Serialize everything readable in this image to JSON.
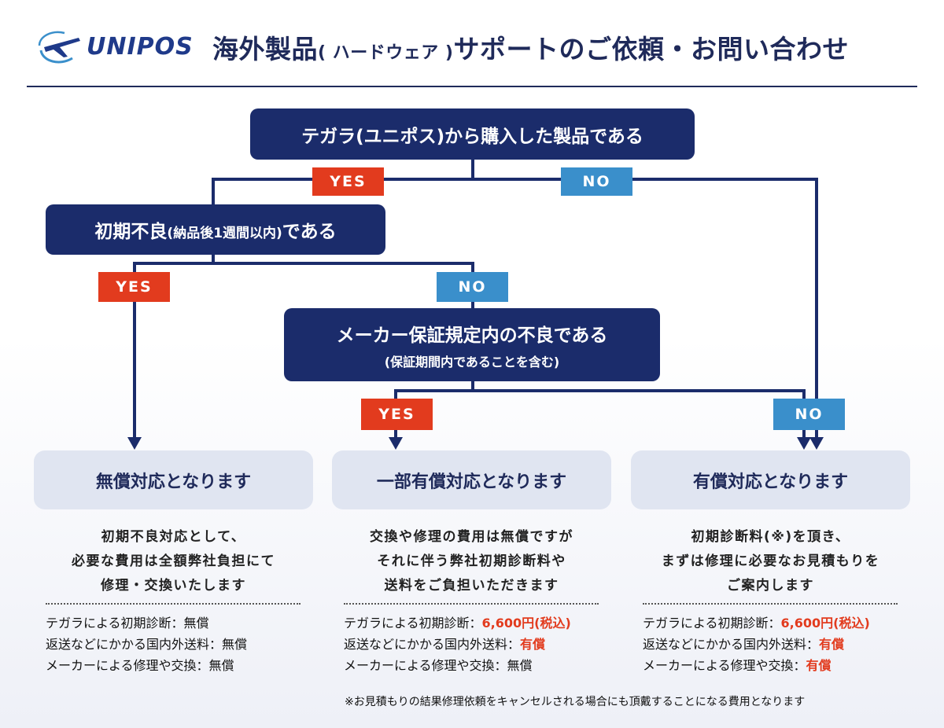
{
  "header": {
    "logo_text": "UNIPOS",
    "title_main": "海外製品",
    "title_paren": "( ハードウェア )",
    "title_rest": "サポートのご依頼・お問い合わせ"
  },
  "nodes": {
    "q1": "テガラ(ユニポス)から購入した製品である",
    "q2_main": "初期不良",
    "q2_paren": "(納品後1週間以内)",
    "q2_rest": "である",
    "q3_main": "メーカー保証規定内の不良である",
    "q3_sub": "(保証期間内であることを含む)"
  },
  "tags": {
    "yes": "YES",
    "no": "NO"
  },
  "results": [
    {
      "title": "無償対応となります",
      "desc": [
        "初期不良対応として、",
        "必要な費用は全額弊社負担にて",
        "修理・交換いたします"
      ],
      "costs": [
        {
          "label": "テガラによる初期診断：",
          "value": "無償",
          "highlight": false
        },
        {
          "label": "返送などにかかる国内外送料：",
          "value": "無償",
          "highlight": false
        },
        {
          "label": "メーカーによる修理や交換：",
          "value": "無償",
          "highlight": false
        }
      ]
    },
    {
      "title": "一部有償対応となります",
      "desc": [
        "交換や修理の費用は無償ですが",
        "それに伴う弊社初期診断料や",
        "送料をご負担いただきます"
      ],
      "costs": [
        {
          "label": "テガラによる初期診断：",
          "value": "6,600円(税込)",
          "highlight": true
        },
        {
          "label": "返送などにかかる国内外送料：",
          "value": "有償",
          "highlight": true
        },
        {
          "label": "メーカーによる修理や交換：",
          "value": "無償",
          "highlight": false
        }
      ]
    },
    {
      "title": "有償対応となります",
      "desc": [
        "初期診断料(※)を頂き、",
        "まずは修理に必要なお見積もりを",
        "ご案内します"
      ],
      "costs": [
        {
          "label": "テガラによる初期診断：",
          "value": "6,600円(税込)",
          "highlight": true
        },
        {
          "label": "返送などにかかる国内外送料：",
          "value": "有償",
          "highlight": true
        },
        {
          "label": "メーカーによる修理や交換：",
          "value": "有償",
          "highlight": true
        }
      ]
    }
  ],
  "footnote": "※お見積もりの結果修理依頼をキャンセルされる場合にも頂戴することになる費用となります",
  "colors": {
    "navy": "#1b2c6b",
    "yes": "#e23b1e",
    "no": "#3a8fcb",
    "pill": "#e0e5f1"
  }
}
